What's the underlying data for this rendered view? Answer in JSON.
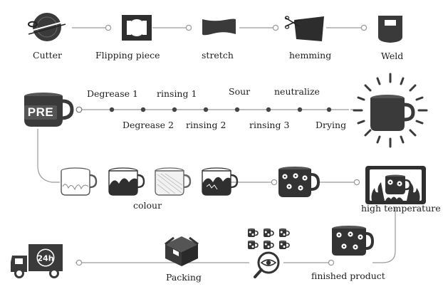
{
  "row1": {
    "steps": [
      "Cutter",
      "Flipping piece",
      "stretch",
      "hemming",
      "Weld"
    ]
  },
  "row2": {
    "badge": "PRE",
    "top_steps": [
      "Degrease 1",
      "rinsing 1",
      "Sour",
      "neutralize"
    ],
    "bottom_steps": [
      "Degrease 2",
      "rinsing 2",
      "rinsing 3",
      "Drying"
    ]
  },
  "row3": {
    "colour": "colour",
    "high_temperature": "high temperature"
  },
  "row4": {
    "truck_badge": "24h",
    "packing": "Packing",
    "finished_product": "finished product"
  },
  "colors": {
    "ink": "#333333",
    "line": "#9a9a9a",
    "dot": "#444444"
  }
}
